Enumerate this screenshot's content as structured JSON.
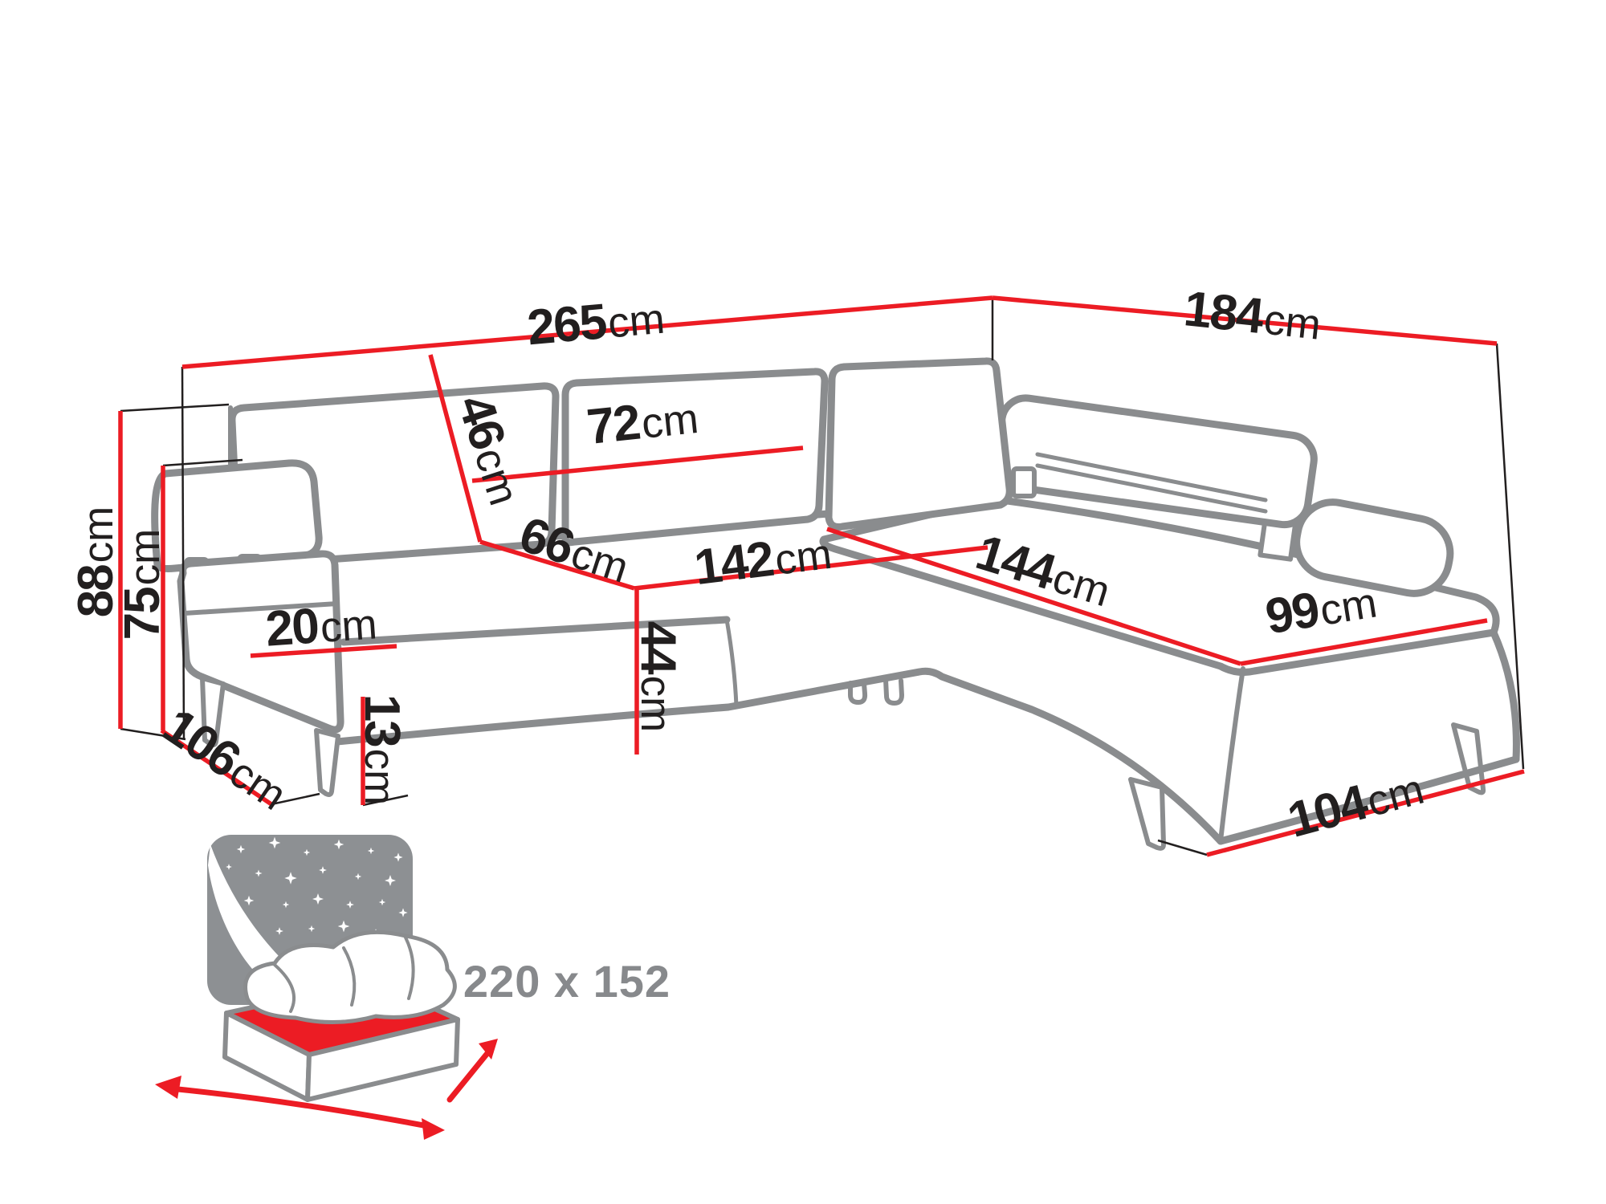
{
  "palette": {
    "background": "#ffffff",
    "dimension_red": "#ec1c24",
    "sofa_outline_gray": "#8a8c8e",
    "construction_black": "#221f1f",
    "label_black": "#221f1f",
    "icon_gray": "#8d9093",
    "icon_text_gray": "#87898c",
    "mattress_red": "#ec1c24"
  },
  "dimensions": {
    "d265": {
      "name": "overall-width",
      "value": "265",
      "unit": "cm"
    },
    "d184": {
      "name": "overall-depth",
      "value": "184",
      "unit": "cm"
    },
    "d88": {
      "name": "total-height",
      "value": "88",
      "unit": "cm"
    },
    "d75": {
      "name": "backrest-height",
      "value": "75",
      "unit": "cm"
    },
    "d46": {
      "name": "back-cushion-height",
      "value": "46",
      "unit": "cm"
    },
    "d72": {
      "name": "back-cushion-width",
      "value": "72",
      "unit": "cm"
    },
    "d66": {
      "name": "seat-depth",
      "value": "66",
      "unit": "cm"
    },
    "d142": {
      "name": "seat-width",
      "value": "142",
      "unit": "cm"
    },
    "d144": {
      "name": "chaise-length",
      "value": "144",
      "unit": "cm"
    },
    "d99": {
      "name": "chaise-width",
      "value": "99",
      "unit": "cm"
    },
    "d20": {
      "name": "armrest-width",
      "value": "20",
      "unit": "cm"
    },
    "d44": {
      "name": "seat-height",
      "value": "44",
      "unit": "cm"
    },
    "d13": {
      "name": "leg-height",
      "value": "13",
      "unit": "cm"
    },
    "d106": {
      "name": "side-depth",
      "value": "106",
      "unit": "cm"
    },
    "d104": {
      "name": "chaise-footprint",
      "value": "104",
      "unit": "cm"
    }
  },
  "bed_icon": {
    "sleeping_area_label": "220 x 152"
  }
}
